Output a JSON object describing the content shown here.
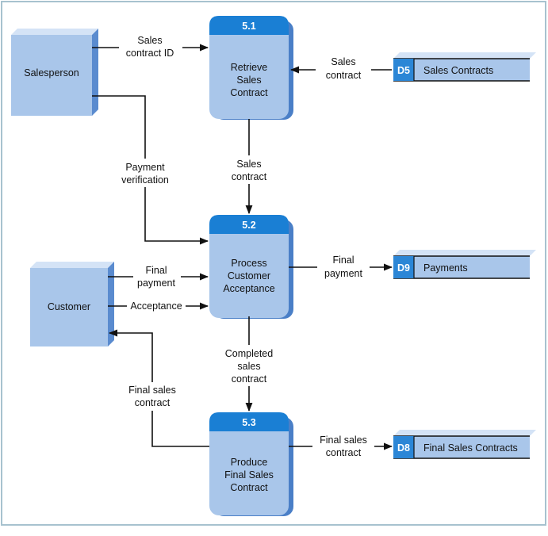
{
  "entities": {
    "salesperson": "Salesperson",
    "customer": "Customer"
  },
  "processes": [
    {
      "id": "5.1",
      "lines": [
        "Retrieve",
        "Sales",
        "Contract"
      ]
    },
    {
      "id": "5.2",
      "lines": [
        "Process",
        "Customer",
        "Acceptance"
      ]
    },
    {
      "id": "5.3",
      "lines": [
        "Produce",
        "Final Sales",
        "Contract"
      ]
    }
  ],
  "stores": [
    {
      "id": "D5",
      "name": "Sales Contracts"
    },
    {
      "id": "D9",
      "name": "Payments"
    },
    {
      "id": "D8",
      "name": "Final Sales Contracts"
    }
  ],
  "flows": {
    "sales_contract_id": [
      "Sales",
      "contract ID"
    ],
    "d5_sales_contract": [
      "Sales",
      "contract"
    ],
    "payment_verification": [
      "Payment",
      "verification"
    ],
    "sales_contract": [
      "Sales",
      "contract"
    ],
    "final_payment_in": [
      "Final",
      "payment"
    ],
    "acceptance": [
      "Acceptance"
    ],
    "final_payment_out": [
      "Final",
      "payment"
    ],
    "completed_sales_contract": [
      "Completed",
      "sales",
      "contract"
    ],
    "final_sales_contract_to_customer": [
      "Final sales",
      "contract"
    ],
    "final_sales_contract_to_store": [
      "Final sales",
      "contract"
    ]
  },
  "colors": {
    "box_fill": "#a9c6ea",
    "box_side": "#5a8bcf",
    "box_top": "#d4e3f6",
    "process_header": "#1a7fd4",
    "store_id_fill": "#2b86d6",
    "frame": "#a7c2cf"
  }
}
